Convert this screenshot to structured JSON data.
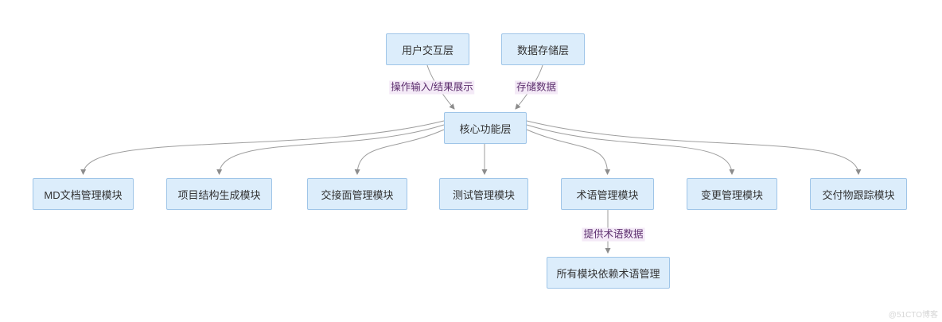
{
  "colors": {
    "background": "#ffffff",
    "node_fill": "#dcedfb",
    "node_border": "#9fc5e8",
    "node_text": "#333333",
    "edge_line": "#9e9e9e",
    "arrow": "#8c8c8c",
    "edge_label_bg": "#f4eaf7",
    "edge_label_text": "#5c2e6e",
    "watermark": "#d6d6d6"
  },
  "nodes": {
    "user_layer": "用户交互层",
    "data_layer": "数据存储层",
    "core_layer": "核心功能层",
    "module_md_doc": "MD文档管理模块",
    "module_project_structure": "项目结构生成模块",
    "module_interface": "交接面管理模块",
    "module_test": "测试管理模块",
    "module_terminology": "术语管理模块",
    "module_change": "变更管理模块",
    "module_deliverable": "交付物跟踪模块",
    "dependency_note": "所有模块依赖术语管理"
  },
  "edge_labels": {
    "user_to_core": "操作输入/结果展示",
    "data_to_core": "存储数据",
    "terminology_to_dependency": "提供术语数据"
  },
  "watermark": "@51CTO博客"
}
